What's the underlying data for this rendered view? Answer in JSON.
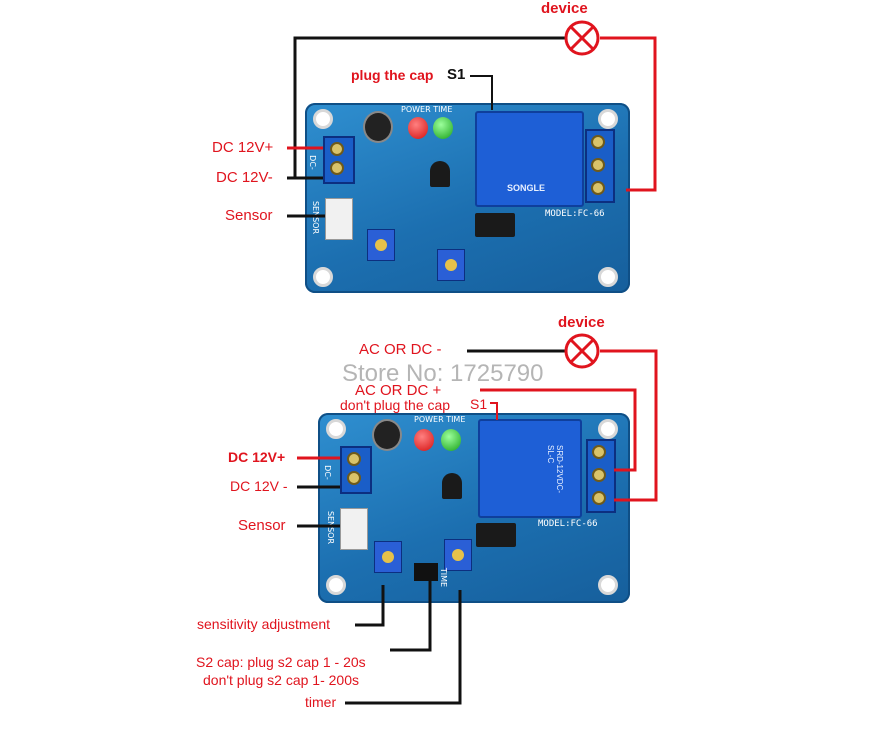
{
  "colors": {
    "wire_red": "#e0141e",
    "wire_black": "#111111",
    "board_blue": "#1c6fb0",
    "relay_blue": "#1e5fd6"
  },
  "top_diagram": {
    "labels": {
      "device": "device",
      "plug_cap": "plug the cap",
      "s1": "S1",
      "dc_pos": "DC 12V+",
      "dc_neg": "DC 12V-",
      "sensor": "Sensor"
    },
    "board": {
      "power_time": "POWER TIME",
      "model": "MODEL:FC-66",
      "brand": "SONGLE",
      "sensor_silk": "SENSOR",
      "dc_silk": "DC-"
    }
  },
  "watermark": "Store No: 1725790",
  "bottom_diagram": {
    "labels": {
      "device": "device",
      "ac_dc_neg": "AC OR DC -",
      "ac_dc_pos": "AC OR DC +",
      "dont_plug": "don't plug the cap",
      "s1": "S1",
      "dc_pos": "DC 12V+",
      "dc_neg": "DC 12V -",
      "sensor": "Sensor",
      "sensitivity": "sensitivity  adjustment",
      "s2_cap_line1": "S2 cap: plug s2 cap 1 - 20s",
      "s2_cap_line2": "don't plug s2 cap  1- 200s",
      "timer": "timer"
    },
    "board": {
      "power_time": "POWER TIME",
      "model": "MODEL:FC-66",
      "relay_text": "SRD-12VDC-SL-C",
      "sensor_silk": "SENSOR",
      "dc_silk": "DC-",
      "time_silk": "TIME"
    }
  },
  "icons": [
    "device-lamp-icon",
    "device-lamp-icon"
  ]
}
